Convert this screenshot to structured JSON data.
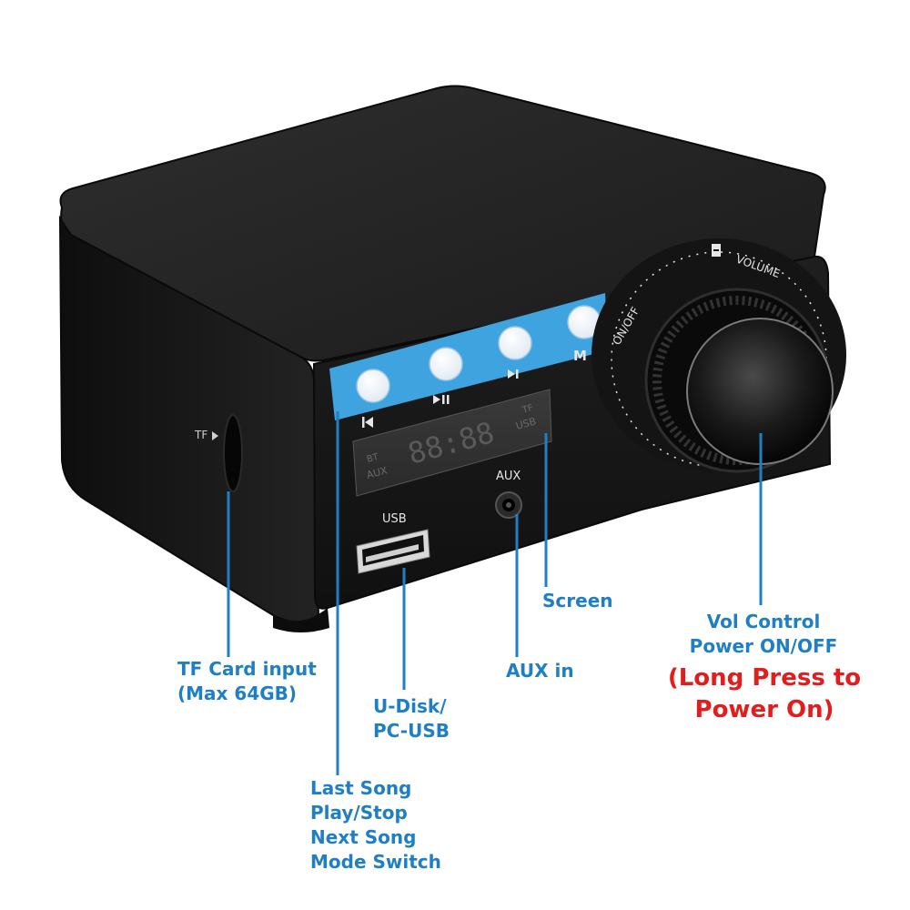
{
  "device": {
    "knob_label": "VOLUME",
    "knob_ring_label": "ON/OFF",
    "minus_label": "–",
    "tf_label": "TF",
    "usb_label": "USB",
    "aux_label": "AUX",
    "mode_button_label": "M",
    "display": {
      "digits": "88:88",
      "bt": "BT",
      "aux": "AUX",
      "tf": "TF",
      "usb": "USB"
    }
  },
  "callouts": {
    "tf_card": [
      "TF Card input",
      "(Max 64GB)"
    ],
    "udisk": [
      "U-Disk/",
      "PC-USB"
    ],
    "aux_in": [
      "AUX in"
    ],
    "screen": [
      "Screen"
    ],
    "buttons": [
      "Last Song",
      "Play/Stop",
      "Next Song",
      "Mode Switch"
    ],
    "vol": [
      "Vol Control",
      "Power ON/OFF"
    ],
    "long_press": [
      "(Long Press to",
      "Power On)"
    ]
  },
  "colors": {
    "callout_blue": "#1f7fc4",
    "warning_red": "#e01e1e",
    "button_strip": "#3fa3e0",
    "body_black": "#181818"
  }
}
